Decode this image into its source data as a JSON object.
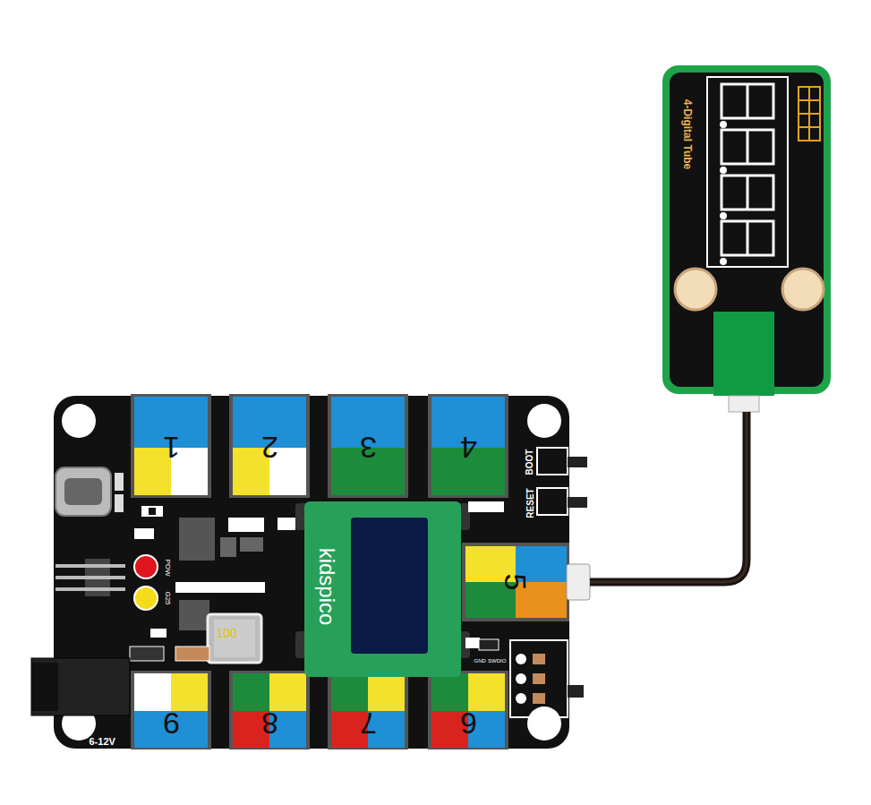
{
  "diagram": {
    "nodes": [
      {
        "text": [
          "5"
        ]
      },
      {
        "text": [
          "4-Digital Tube"
        ]
      }
    ],
    "edges": [
      {
        "from": 0,
        "to": 1,
        "arrow": "none"
      }
    ],
    "labels": [
      "1",
      "2",
      "3",
      "4",
      "9",
      "8",
      "7",
      "6",
      "kidspico",
      "BOOT",
      "RESET",
      "POW",
      "G25",
      "100",
      "6-12V",
      "GND",
      "SWDIO"
    ]
  }
}
